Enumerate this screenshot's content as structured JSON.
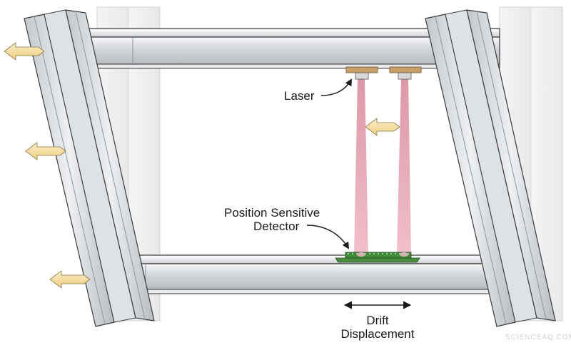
{
  "labels": {
    "laser": "Laser",
    "detector_line1": "Position Sensitive",
    "detector_line2": "Detector",
    "drift_line1": "Drift",
    "drift_line2": "Displacement"
  },
  "watermark": "SCIENCEAQ.COM",
  "colors": {
    "steel_light": "#eef0f2",
    "steel_mid": "#c9ccd0",
    "steel_dark": "#9ea3a9",
    "outline": "#3a3a3a",
    "ghost_frame": "#d6d8db",
    "arrow_fill": "#f6dfa4",
    "laser_beam": "#e7a3b2",
    "laser_housing": "#c9a06a",
    "detector_green": "#2e7d32"
  },
  "icons": {
    "force_arrows": "block-arrow-left",
    "drift_arrow": "double-headed-arrow",
    "callout": "curved-pointer-arrow"
  }
}
